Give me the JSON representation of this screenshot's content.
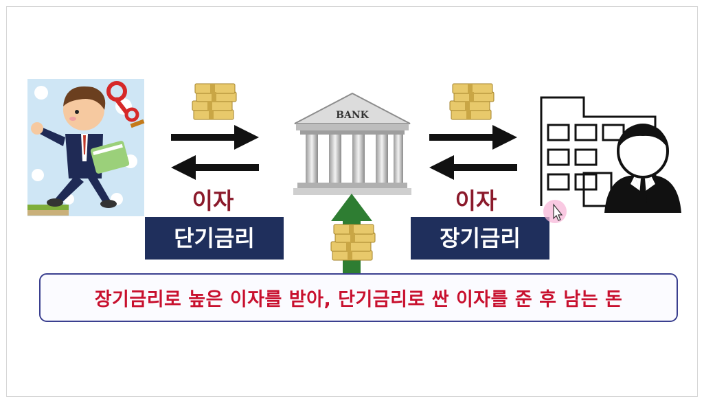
{
  "diagram": {
    "bank_sign": "BANK",
    "left_interest_label": "이자",
    "right_interest_label": "이자",
    "short_term_rate_label": "단기금리",
    "long_term_rate_label": "장기금리",
    "summary_text": "장기금리로 높은 이자를 받아, 단기금리로 싼 이자를 준 후 남는 돈"
  },
  "colors": {
    "navy": "#1f2f5c",
    "maroon": "#8b1a2b",
    "red_text": "#c8102e",
    "green_arrow": "#2e7d32",
    "border": "#3a3f8f"
  },
  "icons": [
    "depositor-illustration",
    "money-bundle-icon",
    "bank-building-icon",
    "company-building-icon",
    "businessman-icon",
    "mouse-cursor-icon"
  ]
}
